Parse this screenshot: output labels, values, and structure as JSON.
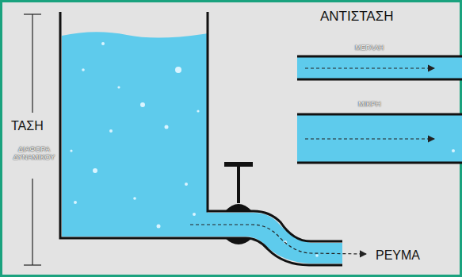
{
  "diagram": {
    "labels": [
      "ΑΝΤΙΣΤΑΣΗ",
      "ΜΕΓΑΛΗ",
      "ΜΙΚΡΗ",
      "ΤΑΣΗ",
      "ΔΙΑΦΟΡΑ ΔΥΝΑΜΙΚΟΥ",
      "ΡΕΥΜΑ"
    ]
  }
}
